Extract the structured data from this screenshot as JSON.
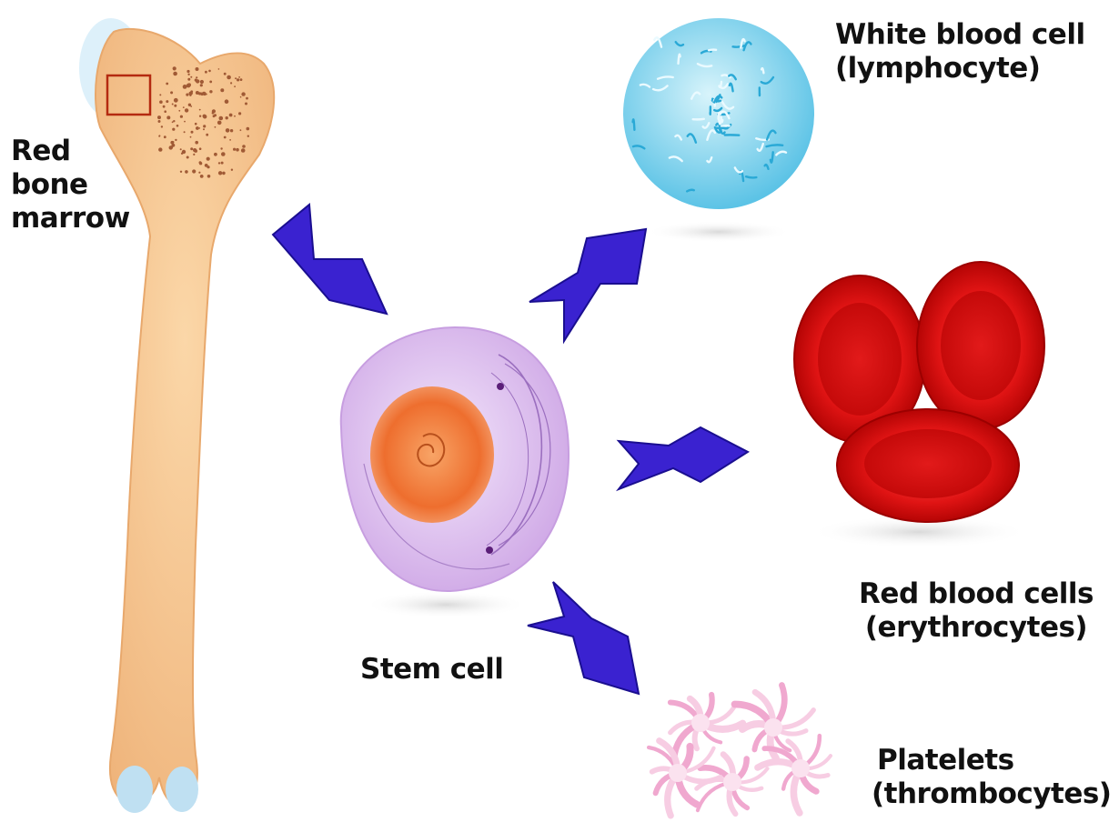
{
  "labels": {
    "bone_marrow": [
      "Red",
      "bone",
      "marrow"
    ],
    "stem_cell": "Stem cell",
    "white_blood_cell": [
      "White blood cell",
      "(lymphocyte)"
    ],
    "red_blood_cells": [
      "Red blood cells",
      "(erythrocytes)"
    ],
    "platelets": [
      "Platelets",
      "(thrombocytes)"
    ]
  },
  "colors": {
    "bone": "#f6c48f",
    "marrow_dots": "#a05a35",
    "arrow": "#3a22d0",
    "stem_cell": "#e2c8f0",
    "nucleus": "#f07a3a",
    "lymphocyte": "#7fd3ec",
    "erythrocyte": "#d81010",
    "platelet": "#f2b8d8"
  }
}
